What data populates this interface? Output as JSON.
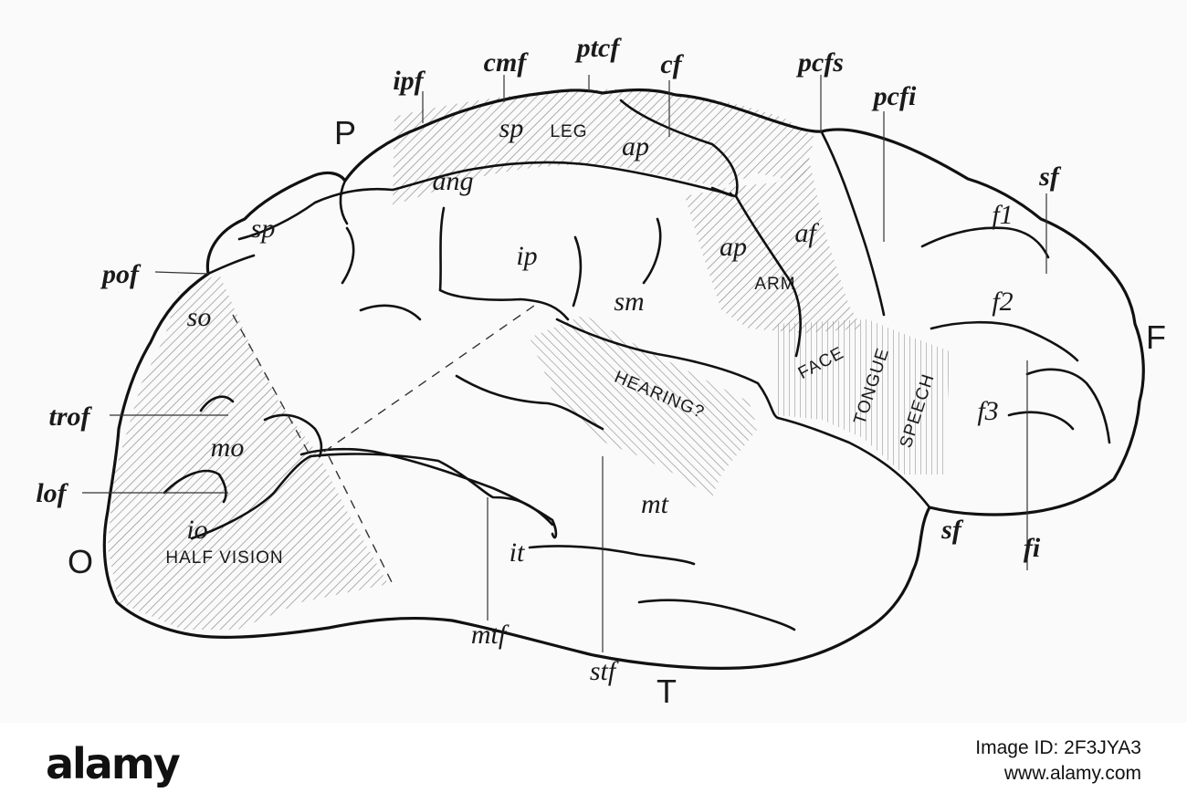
{
  "diagram": {
    "lobes": {
      "parietal": "P",
      "frontal": "F",
      "occipital": "O",
      "temporal": "T"
    },
    "fissures": {
      "ipf": "ipf",
      "cmf": "cmf",
      "ptcf": "ptcf",
      "cf": "cf",
      "pcfs": "pcfs",
      "pcfi": "pcfi",
      "sf_top": "sf",
      "pof": "pof",
      "trof": "trof",
      "lof": "lof",
      "sf_bottom": "sf",
      "fi": "fi",
      "mtf": "mtf",
      "stf": "stf"
    },
    "gyri": {
      "sp_top": "sp",
      "ap_top": "ap",
      "ang": "ang",
      "sp_left": "sp",
      "ip": "ip",
      "sm": "sm",
      "ap_mid": "ap",
      "af": "af",
      "so": "so",
      "mo": "mo",
      "io": "io",
      "mt": "mt",
      "it": "it",
      "f1": "f1",
      "f2": "f2",
      "f3": "f3"
    },
    "areas": {
      "leg": "LEG",
      "arm": "ARM",
      "face": "FACE",
      "tongue": "TONGUE",
      "speech": "SPEECH",
      "hearing": "HEARING?",
      "half_vision": "HALF VISION"
    }
  },
  "footer": {
    "brand": "alamy",
    "image_id": "Image ID: 2F3JYA3",
    "url": "www.alamy.com"
  },
  "colors": {
    "ink": "#111111",
    "background": "#fafafa",
    "hatch": "#8a8a8a"
  }
}
